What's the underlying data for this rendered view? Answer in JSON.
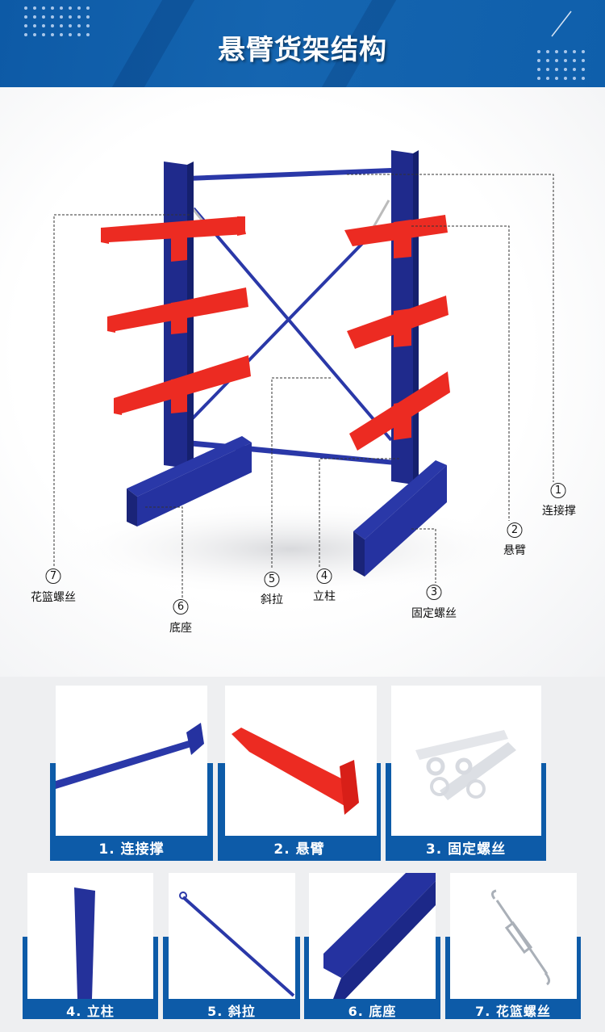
{
  "header": {
    "title": "悬臂货架结构"
  },
  "diagram": {
    "callouts": [
      {
        "num": "1",
        "label": "连接撑"
      },
      {
        "num": "2",
        "label": "悬臂"
      },
      {
        "num": "3",
        "label": "固定螺丝"
      },
      {
        "num": "4",
        "label": "立柱"
      },
      {
        "num": "5",
        "label": "斜拉"
      },
      {
        "num": "6",
        "label": "底座"
      },
      {
        "num": "7",
        "label": "花篮螺丝"
      }
    ],
    "colors": {
      "upright": "#24319a",
      "arm": "#ec2b22",
      "accent": "#0d5ba8"
    }
  },
  "parts": [
    {
      "caption": "1. 连接撑"
    },
    {
      "caption": "2. 悬臂"
    },
    {
      "caption": "3. 固定螺丝"
    },
    {
      "caption": "4. 立柱"
    },
    {
      "caption": "5. 斜拉"
    },
    {
      "caption": "6. 底座"
    },
    {
      "caption": "7. 花篮螺丝"
    }
  ]
}
